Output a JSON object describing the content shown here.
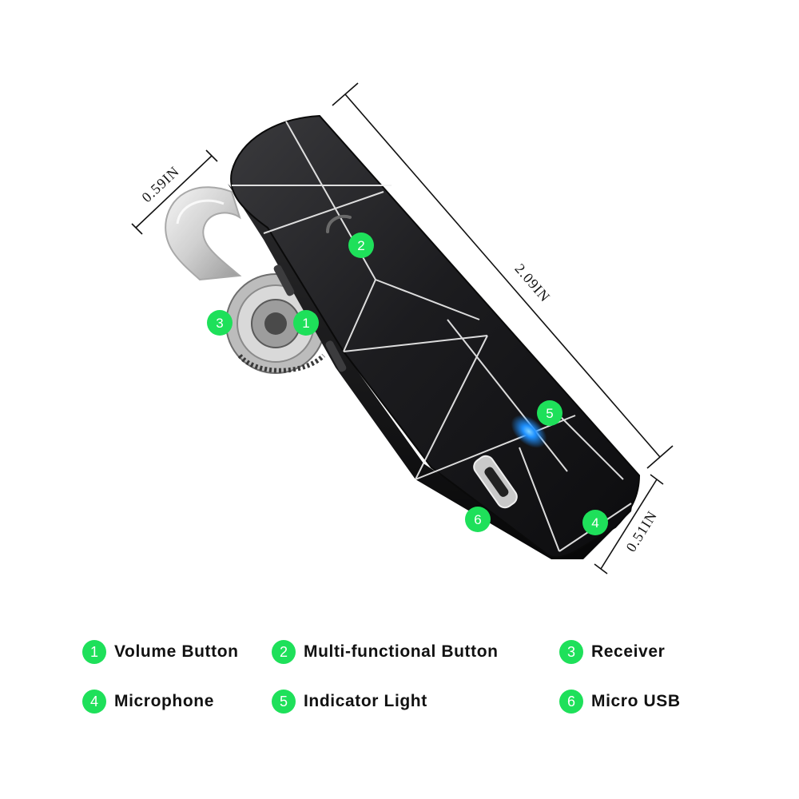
{
  "dimensions": {
    "height": "0.59IN",
    "length": "2.09IN",
    "width": "0.51IN"
  },
  "callouts": [
    "2",
    "3",
    "1",
    "5",
    "6",
    "4"
  ],
  "legend": [
    {
      "number": "1",
      "label": "Volume Button"
    },
    {
      "number": "2",
      "label": "Multi-functional Button"
    },
    {
      "number": "3",
      "label": "Receiver"
    },
    {
      "number": "4",
      "label": "Microphone"
    },
    {
      "number": "5",
      "label": "Indicator Light"
    },
    {
      "number": "6",
      "label": "Micro USB"
    }
  ],
  "colors": {
    "badge": "#1ee05a",
    "body": "#1a1a1c",
    "indicator": "#1e90ff"
  }
}
